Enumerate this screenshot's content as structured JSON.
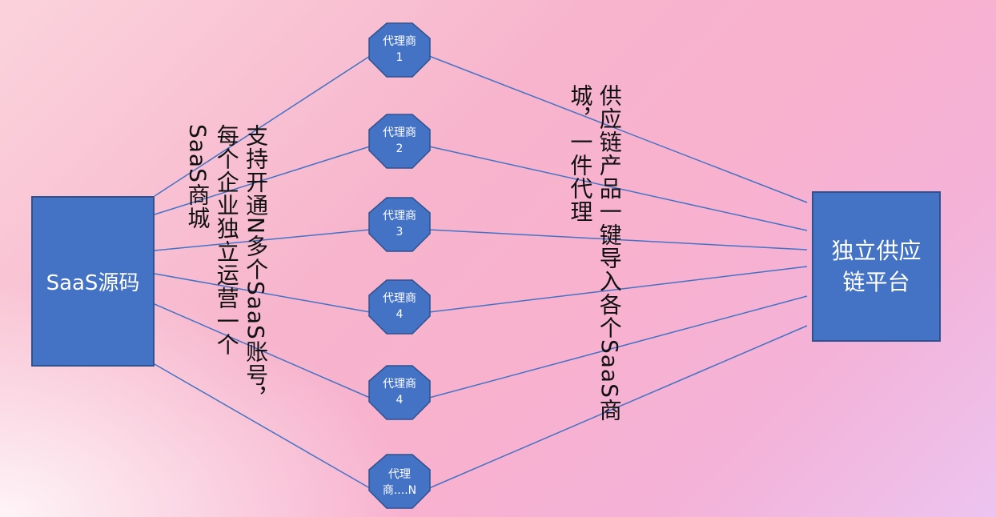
{
  "source_box": {
    "label": "SaaS源码"
  },
  "platform_box": {
    "label": "独立供应链平台"
  },
  "agents": [
    {
      "label": "代理商1"
    },
    {
      "label": "代理商2"
    },
    {
      "label": "代理商3"
    },
    {
      "label": "代理商4"
    },
    {
      "label": "代理商4"
    },
    {
      "label": "代理商....N"
    }
  ],
  "notes": {
    "left": "支持开通N多个SaaS账号，\n每个企业独立运营一个\nSaaS商城",
    "right": "供应链产品一键导入各个SaaS商\n城，一件代理"
  },
  "colors": {
    "box_fill": "#4472c4",
    "box_border": "#2f528f",
    "line": "#4472c4",
    "node_fill": "#4472c4"
  }
}
